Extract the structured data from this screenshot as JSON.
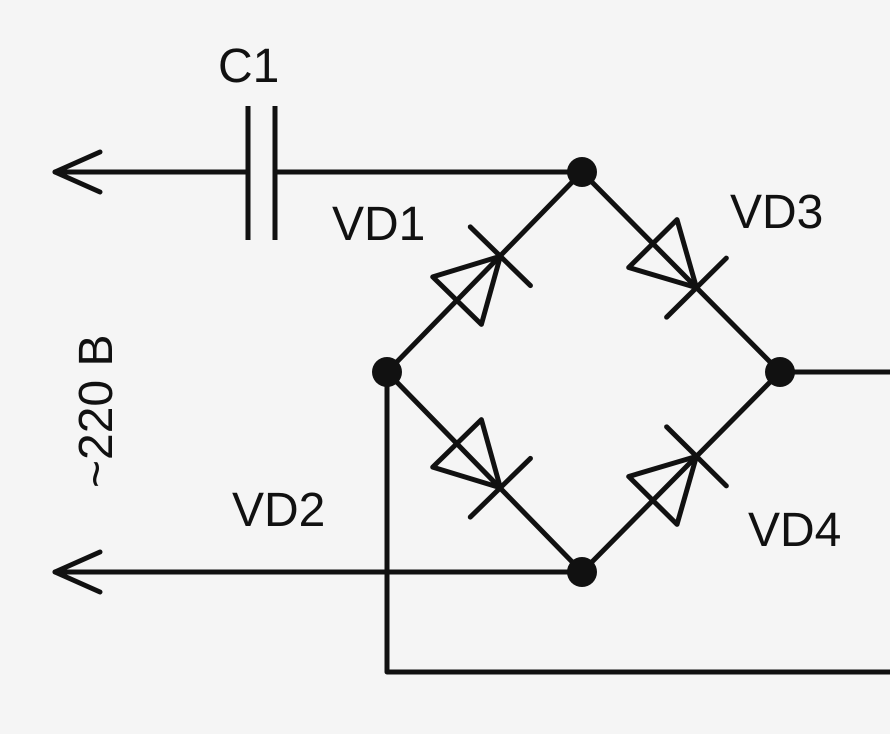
{
  "labels": {
    "capacitor": "C1",
    "voltage": "~220 В",
    "vd1": "VD1",
    "vd2": "VD2",
    "vd3": "VD3",
    "vd4": "VD4"
  },
  "colors": {
    "line": "#111111",
    "background": "#f5f5f5"
  }
}
